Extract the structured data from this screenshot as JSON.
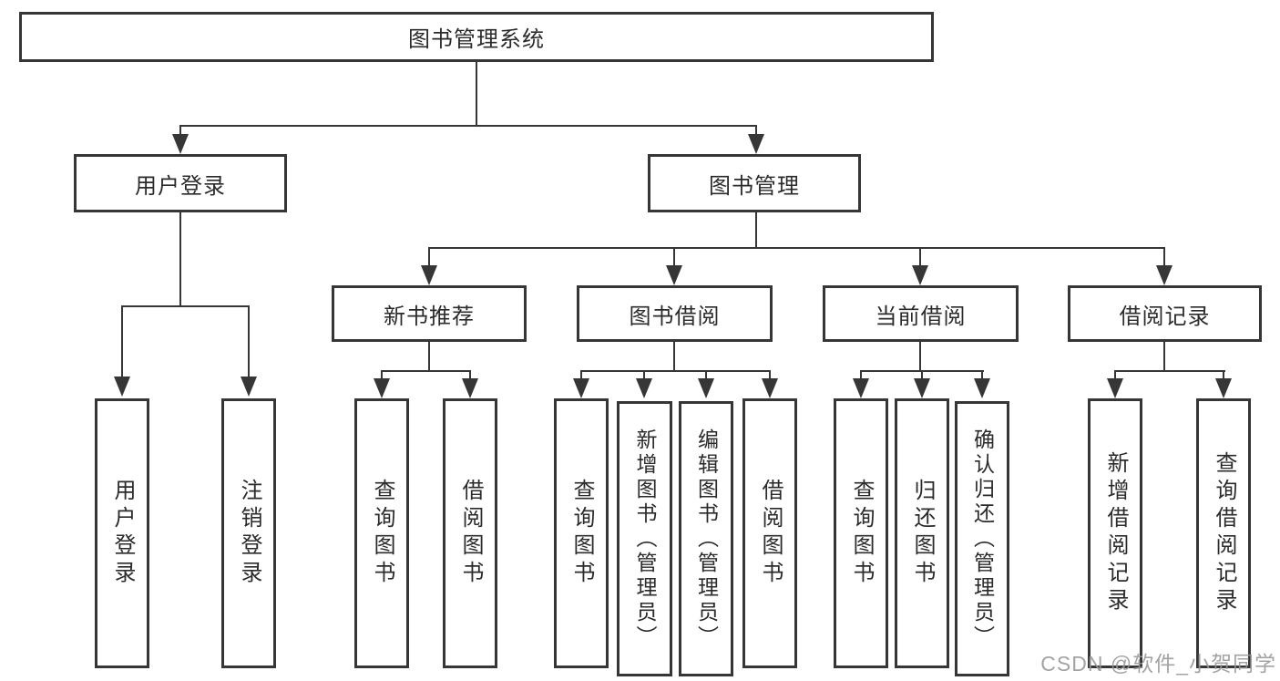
{
  "diagram": {
    "root": {
      "label": "图书管理系统"
    },
    "level2": [
      {
        "label": "用户登录"
      },
      {
        "label": "图书管理"
      }
    ],
    "level3": [
      {
        "label": "新书推荐"
      },
      {
        "label": "图书借阅"
      },
      {
        "label": "当前借阅"
      },
      {
        "label": "借阅记录"
      }
    ],
    "leaves": {
      "user_login": [
        "用户登录",
        "注销登录"
      ],
      "new_book": [
        "查询图书",
        "借阅图书"
      ],
      "borrow": [
        "查询图书",
        "新增图书（管理员）",
        "编辑图书（管理员）",
        "借阅图书"
      ],
      "current": [
        "查询图书",
        "归还图书",
        "确认归还（管理员）"
      ],
      "records": [
        "新增借阅记录",
        "查询借阅记录"
      ]
    },
    "colors": {
      "line": "#363636",
      "text": "#2b2b2b",
      "box_fill": "#ffffff",
      "watermark": "#969696"
    }
  },
  "watermark": {
    "text": "CSDN @软件_小贺同学"
  }
}
